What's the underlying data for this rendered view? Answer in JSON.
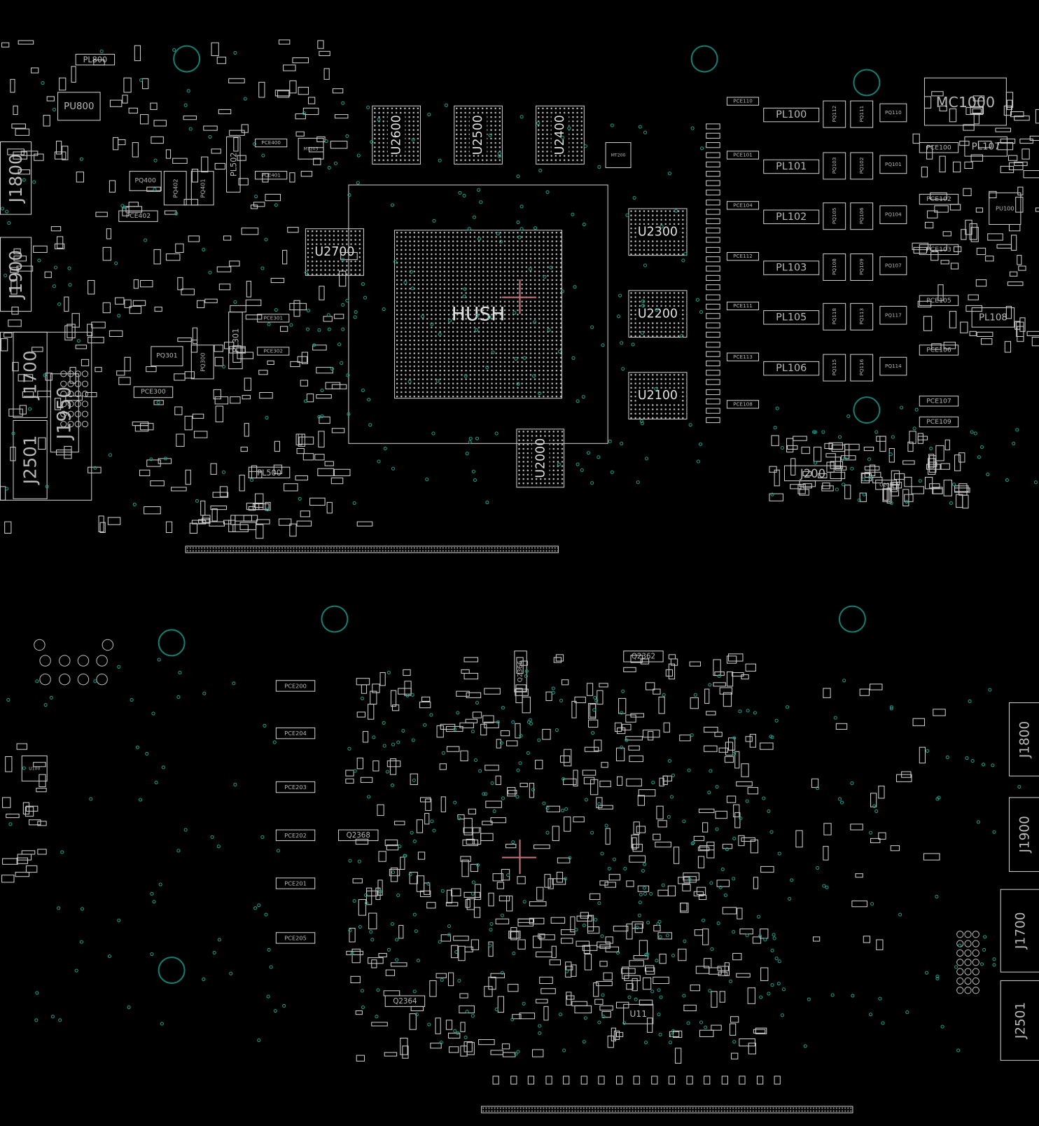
{
  "colors": {
    "background": "#000000",
    "outline": "#cfcfcf",
    "via": "#17a08c",
    "mount_hole": "#127f72",
    "cursor": "#c7707e"
  },
  "top": {
    "U2600": "U2600",
    "U2500": "U2500",
    "U2400": "U2400",
    "U2700": "U2700",
    "GPU": "HUSH",
    "U2300": "U2300",
    "U2200": "U2200",
    "U2100": "U2100",
    "U2000": "U2000",
    "J1800": "J1800",
    "J1900": "J1900",
    "J1700": "J1700",
    "J1950": "J1950",
    "J2501": "J2501",
    "PU800": "PU800",
    "PL800": "PL800",
    "PL502": "PL502",
    "PL301": "PL301",
    "PL500": "PL500",
    "PCE402": "PCE402",
    "PCE300": "PCE300",
    "PQ400": "PQ400",
    "PQ301": "PQ301",
    "PQ402": "PQ402",
    "PQ401": "PQ401",
    "PQ300": "PQ300",
    "PCE400": "PCE400",
    "PCE401": "PCE401",
    "PCE301": "PCE301",
    "PCE302": "PCE302",
    "MT200": "MT200",
    "MT203": "MT203",
    "PL100": "PL100",
    "PL101": "PL101",
    "PL102": "PL102",
    "PL103": "PL103",
    "PL105": "PL105",
    "PL106": "PL106",
    "PL107": "PL107",
    "PL108": "PL108",
    "PCE110": "PCE110",
    "PCE100": "PCE100",
    "PCE101": "PCE101",
    "PCE102": "PCE102",
    "PCE103": "PCE103",
    "PCE104": "PCE104",
    "PCE112": "PCE112",
    "PCE111": "PCE111",
    "PCE113": "PCE113",
    "PCE105": "PCE105",
    "PCE106": "PCE106",
    "PCE107": "PCE107",
    "PCE108": "PCE108",
    "PCE109": "PCE109",
    "PQ112": "PQ112",
    "PQ111": "PQ111",
    "PQ103": "PQ103",
    "PQ102": "PQ102",
    "PQ105": "PQ105",
    "PQ106": "PQ106",
    "PQ108": "PQ108",
    "PQ109": "PQ109",
    "PQ118": "PQ118",
    "PQ113": "PQ113",
    "PQ115": "PQ115",
    "PQ116": "PQ116",
    "PQ110": "PQ110",
    "PQ101": "PQ101",
    "PQ104": "PQ104",
    "PQ107": "PQ107",
    "PQ117": "PQ117",
    "PQ114": "PQ114",
    "MC1000": "MC1000",
    "PU100": "PU100",
    "J200": "J200",
    "U200": "U200"
  },
  "bottom": {
    "PCE200": "PCE200",
    "PCE204": "PCE204",
    "PCE203": "PCE203",
    "PCE202": "PCE202",
    "PCE201": "PCE201",
    "PCE205": "PCE205",
    "Q2368": "Q2368",
    "Q2364": "Q2364",
    "Q2362": "Q2362",
    "Q2366": "Q2366",
    "U11": "U11",
    "U100": "U100",
    "J1800": "J1800",
    "J1900": "J1900",
    "J1700": "J1700",
    "J2501": "J2501"
  }
}
